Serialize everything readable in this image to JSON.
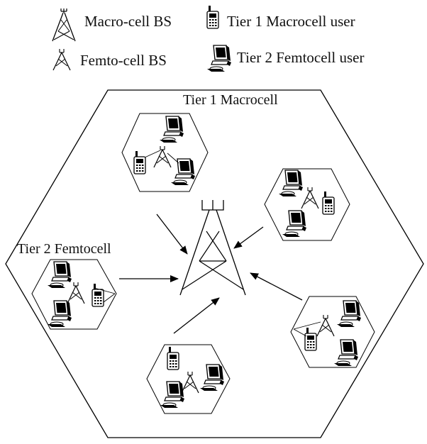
{
  "legend": {
    "macro_bs": "Macro-cell BS",
    "femto_bs": "Femto-cell BS",
    "tier1_user": "Tier 1 Macrocell user",
    "tier2_user": "Tier 2 Femtocell user"
  },
  "labels": {
    "macrocell": "Tier 1 Macrocell",
    "femtocell": "Tier 2 Femtocell"
  },
  "icons": {
    "macro_bs": "macro-tower-icon",
    "femto_bs": "femto-tower-icon",
    "tier1_user": "phone-icon",
    "tier2_user": "computer-icon"
  }
}
